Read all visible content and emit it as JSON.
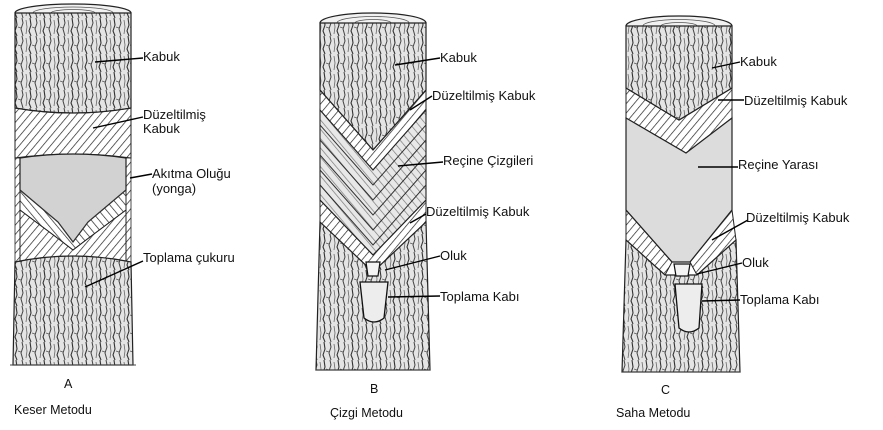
{
  "panels": [
    {
      "letter": "A",
      "caption": "Keser Metodu",
      "labels": [
        "Kabuk",
        "Düzeltilmiş",
        "Kabuk",
        "Akıtma Oluğu",
        "(yonga)",
        "Toplama çukuru"
      ]
    },
    {
      "letter": "B",
      "caption": "Çizgi Metodu",
      "labels": [
        "Kabuk",
        "Düzeltilmiş Kabuk",
        "Reçine Çizgileri",
        "Düzeltilmiş Kabuk",
        "Oluk",
        "Toplama Kabı"
      ]
    },
    {
      "letter": "C",
      "caption": "Saha Metodu",
      "labels": [
        "Kabuk",
        "Düzeltilmiş Kabuk",
        "Reçine Yarası",
        "Düzeltilmiş Kabuk",
        "Oluk",
        "Toplama Kabı"
      ]
    }
  ]
}
